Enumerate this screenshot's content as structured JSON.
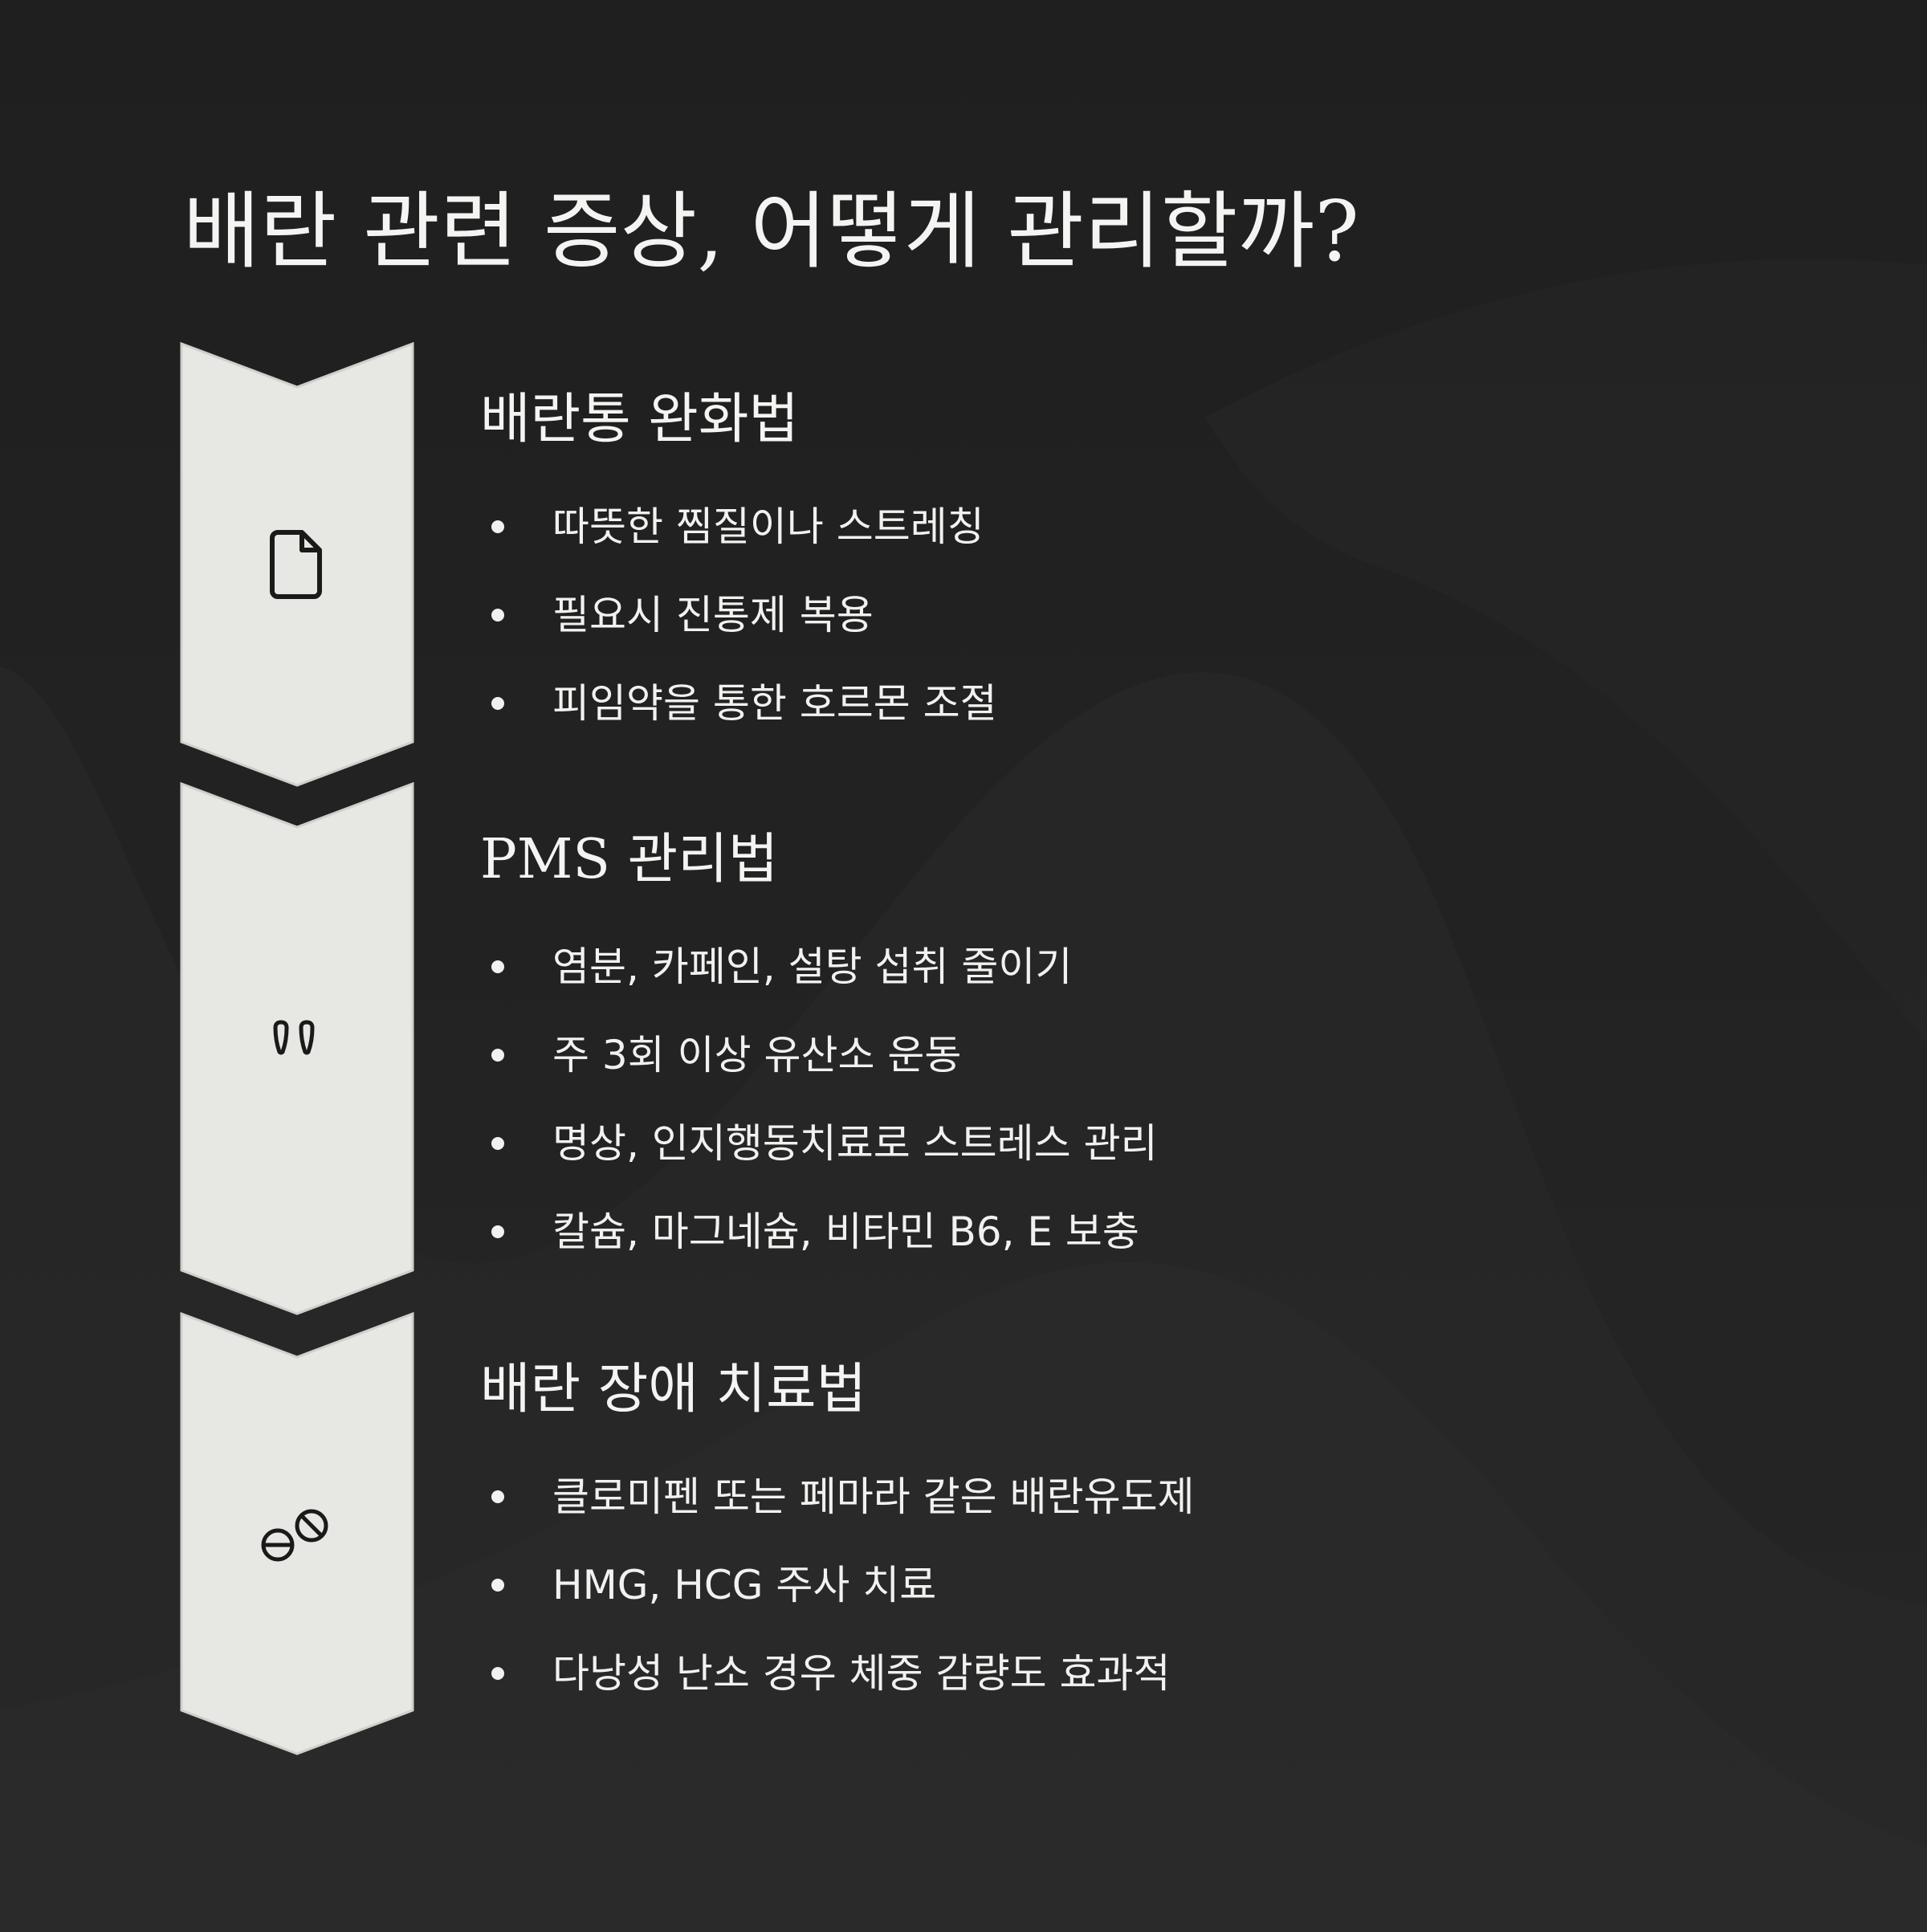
{
  "title": "배란 관련 증상, 어떻게 관리할까?",
  "colors": {
    "background": "#222222",
    "chevron_fill": "#e7e8e3",
    "text": "#f4f4f2",
    "icon_stroke": "#1a1a1a"
  },
  "steps": [
    {
      "icon": "document-icon",
      "title": "배란통 완화법",
      "items": [
        "따뜻한 찜질이나 스트레칭",
        "필요시 진통제 복용",
        "피임약을 통한 호르몬 조절"
      ]
    },
    {
      "icon": "quote-icon",
      "title": "PMS 관리법",
      "items": [
        "염분, 카페인, 설탕 섭취 줄이기",
        "주 3회 이상 유산소 운동",
        "명상, 인지행동치료로 스트레스 관리",
        "칼슘, 마그네슘, 비타민 B6, E 보충"
      ]
    },
    {
      "icon": "pills-icon",
      "title": "배란 장애 치료법",
      "items": [
        "클로미펜 또는 페마라 같은 배란유도제",
        "HMG, HCG 주사 치료",
        "다낭성 난소 경우 체중 감량도 효과적"
      ]
    }
  ]
}
